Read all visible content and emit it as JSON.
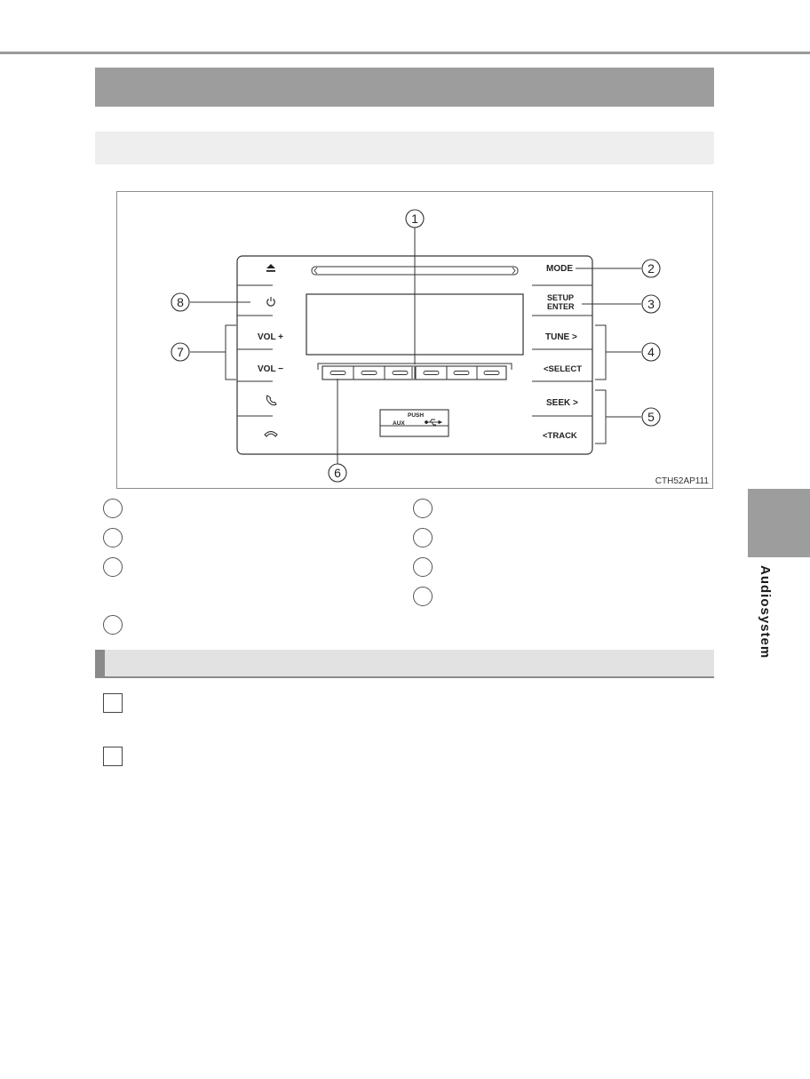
{
  "figure": {
    "code": "CTH52AP111",
    "callouts": [
      "1",
      "2",
      "3",
      "4",
      "5",
      "6",
      "7",
      "8"
    ],
    "left_buttons": {
      "vol_up": "VOL +",
      "vol_down": "VOL −"
    },
    "right_buttons": {
      "mode": "MODE",
      "setup_line1": "SETUP",
      "setup_line2": "ENTER",
      "tune": "TUNE >",
      "select": "<SELECT",
      "seek": "SEEK >",
      "track": "<TRACK"
    },
    "port": {
      "push": "PUSH",
      "aux": "AUX"
    }
  },
  "side_tab": {
    "label": "Audiosystem"
  },
  "icons": {
    "eject": "eject-icon",
    "power": "power-icon",
    "phone_pickup": "phone-pickup-icon",
    "phone_hangup": "phone-hangup-icon",
    "usb": "usb-icon"
  }
}
